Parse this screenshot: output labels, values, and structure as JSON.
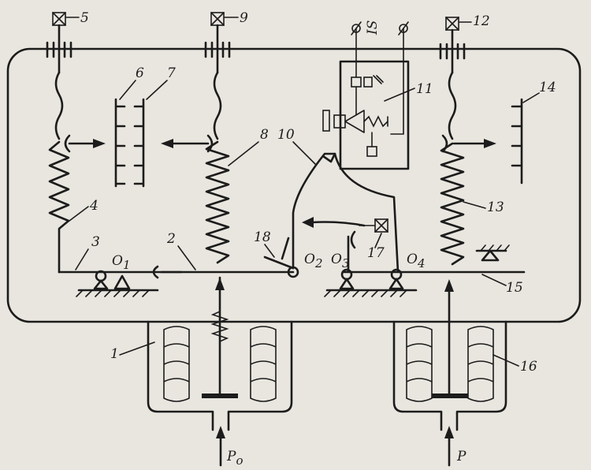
{
  "labels": {
    "n1": "1",
    "n2": "2",
    "n3": "3",
    "n4": "4",
    "n5": "5",
    "n6": "6",
    "n7": "7",
    "n8": "8",
    "n9": "9",
    "n10": "10",
    "n11": "11",
    "n12": "12",
    "n13": "13",
    "n14": "14",
    "n15": "15",
    "n16": "16",
    "n17": "17",
    "n18": "18"
  },
  "pivots": {
    "o1": "O",
    "o1_sub": "1",
    "o2": "O",
    "o2_sub": "2",
    "o3": "O",
    "o3_sub": "3",
    "o4": "O",
    "o4_sub": "4"
  },
  "terminal": "IS",
  "pressures": {
    "p0": "P",
    "p0_sub": "o",
    "p": "P"
  }
}
